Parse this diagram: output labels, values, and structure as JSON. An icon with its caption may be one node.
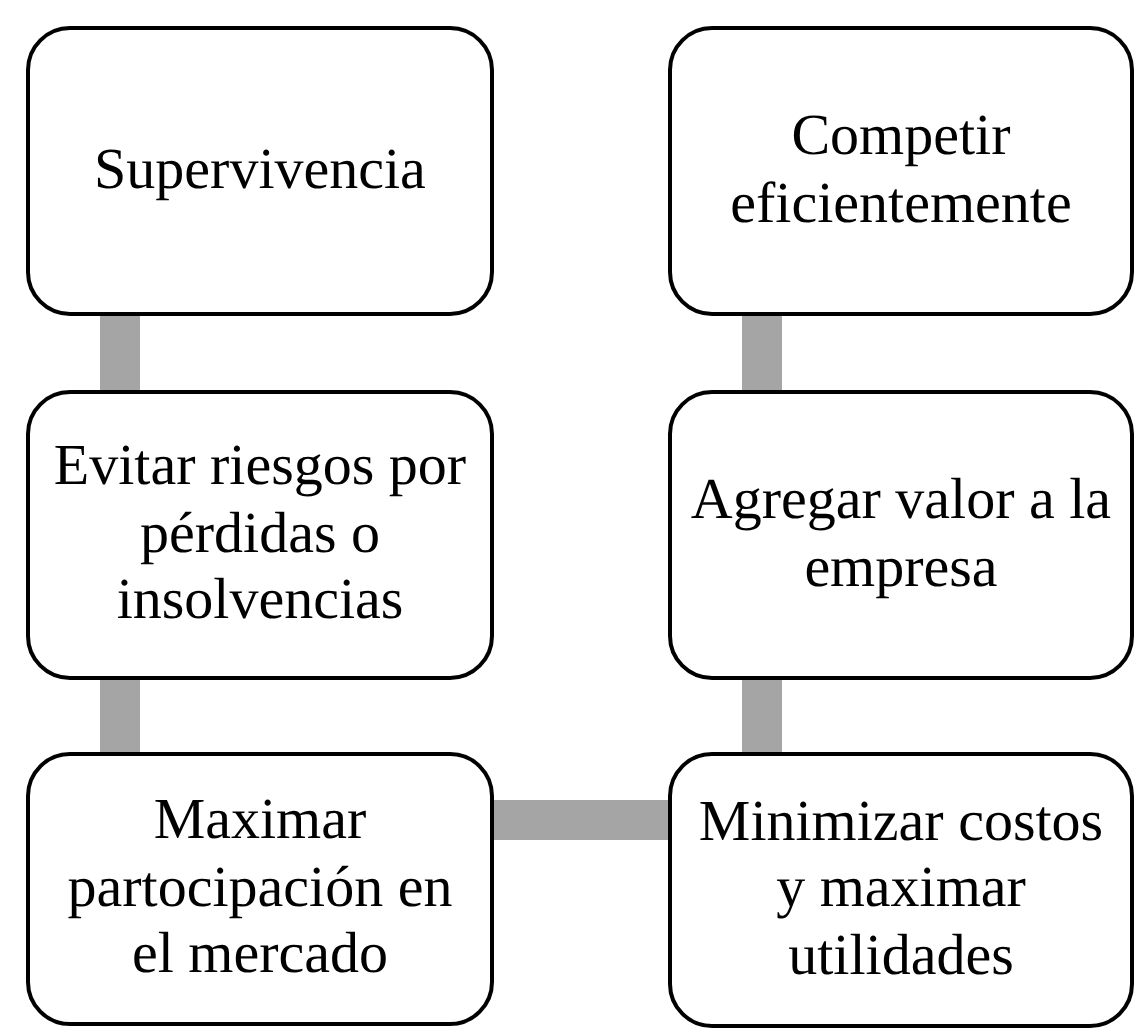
{
  "diagram": {
    "nodes": [
      {
        "text": [
          "Supervivencia"
        ]
      },
      {
        "text": [
          "Evitar riesgos por pérdidas o insolvencias"
        ]
      },
      {
        "text": [
          "Maximar partocipación en el mercado"
        ]
      },
      {
        "text": [
          "Minimizar costos y maximar utilidades"
        ]
      },
      {
        "text": [
          "Agregar valor a la empresa"
        ]
      },
      {
        "text": [
          "Competir eficientemente"
        ]
      }
    ],
    "edges": [
      {
        "from": 0,
        "to": 1,
        "arrow": "none"
      },
      {
        "from": 1,
        "to": 2,
        "arrow": "none"
      },
      {
        "from": 2,
        "to": 3,
        "arrow": "none"
      },
      {
        "from": 3,
        "to": 4,
        "arrow": "none"
      },
      {
        "from": 4,
        "to": 5,
        "arrow": "none"
      }
    ]
  }
}
